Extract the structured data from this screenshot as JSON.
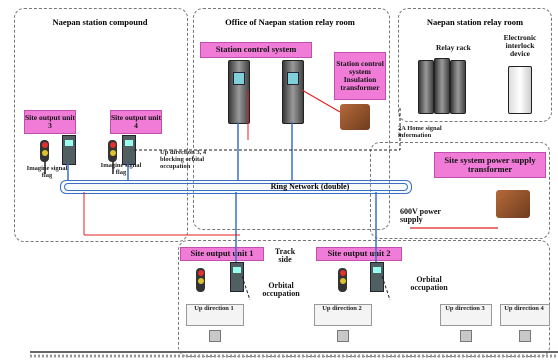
{
  "regions": {
    "compound": "Naepan station compound",
    "office": "Office of  Naepan station relay room",
    "relay_room": "Naepan station relay room"
  },
  "pink_boxes": {
    "station_control": "Station control system",
    "insulation_transformer": "Station control system Insulation transformer",
    "site_unit3": "Site output unit 3",
    "site_unit4": "Site output unit 4",
    "power_transformer": "Site system power supply transformer",
    "site_unit1": "Site output unit 1",
    "site_unit2": "Site output unit 2"
  },
  "labels": {
    "relay_rack": "Relay rack",
    "electronic_interlock": "Electronic interlock device",
    "home_signal": "2A Home signal information",
    "imagine_flag_left": "Imagine signal flag",
    "imagine_flag_right": "Imagine signal flag",
    "up_direction_34": "Up direction 3, 4 blocking orbital occupation",
    "ring_network": "Ring Network (double)",
    "power_600v": "600V power supply",
    "track_side": "Track side",
    "orbital_occupation_left": "Orbital occupation",
    "orbital_occupation_right": "Orbital occupation"
  },
  "up_directions": [
    "Up direction 1",
    "Up direction 2",
    "Up direction 3",
    "Up direction 4"
  ],
  "colors": {
    "pink": "#f07cd8",
    "ring_blue": "#3a6fc4",
    "power_red": "#e02020"
  }
}
